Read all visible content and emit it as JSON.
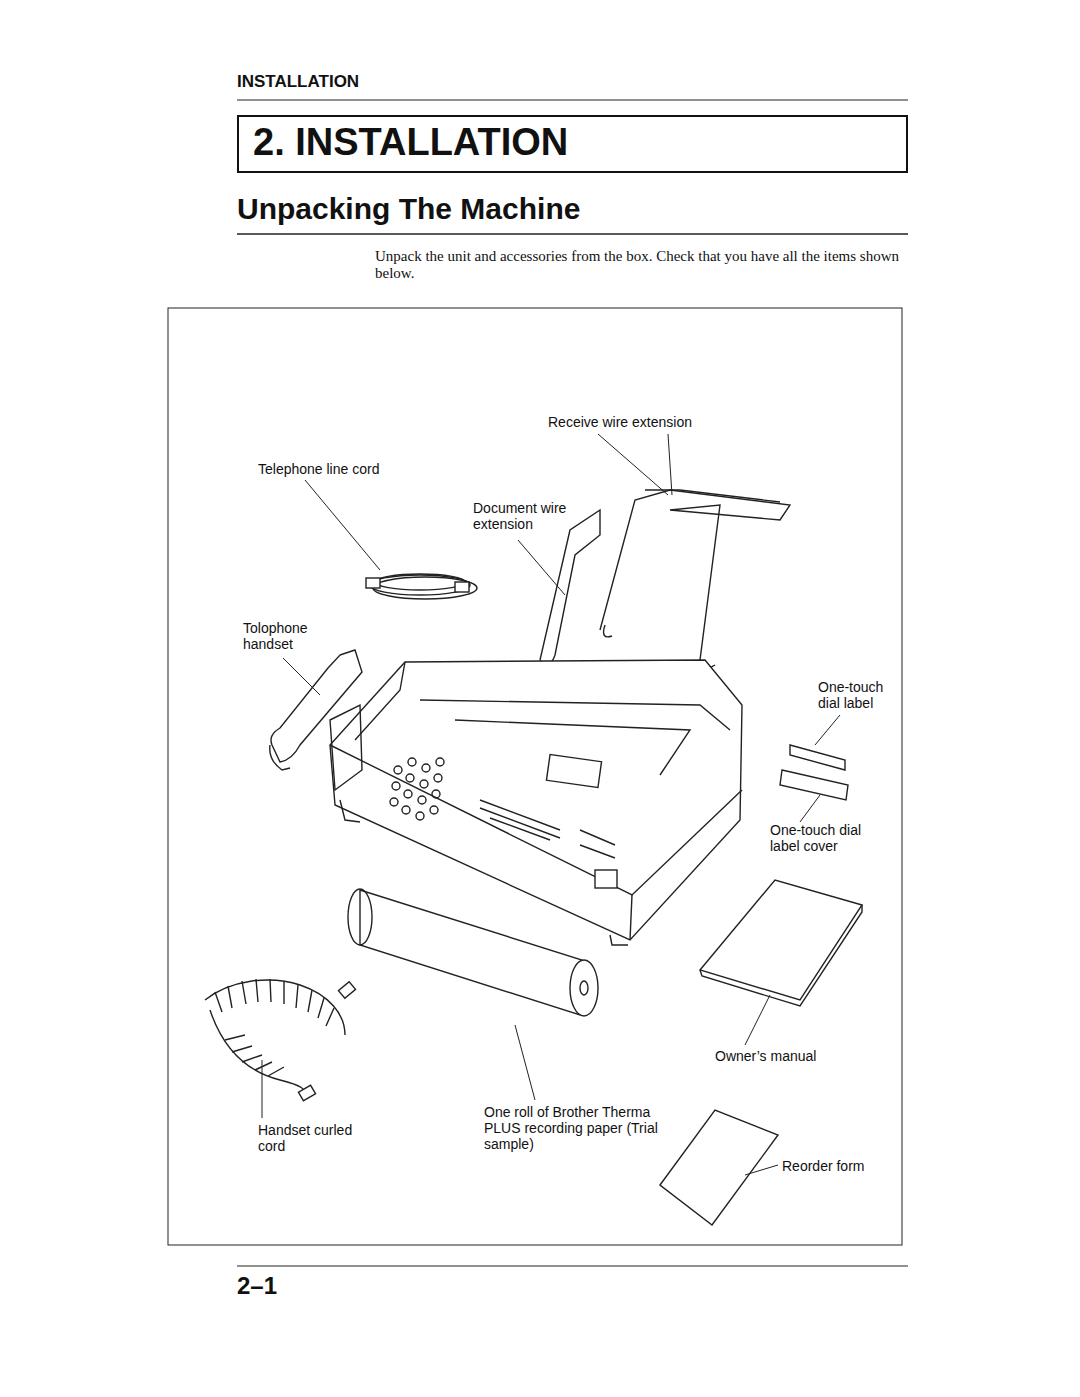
{
  "diagram": {
    "title": "Unpacking The Machine",
    "nodes": [
      {
        "text": [
          "2. INSTALLATION"
        ]
      }
    ],
    "labels": [
      "INSTALLATION",
      "Unpack the unit and accessories from the box. Check that you have all the items shown below.",
      "Receive wire extension",
      "Telephone line cord",
      "Document wire extension",
      "Tolophone handset",
      "One-touch dial label",
      "One-touch dial label cover",
      "Owner’s manual",
      "Handset curled cord",
      "One roll of Brother Therma PLUS recording paper (Trial sample)",
      "Reorder form",
      "2–1"
    ]
  }
}
